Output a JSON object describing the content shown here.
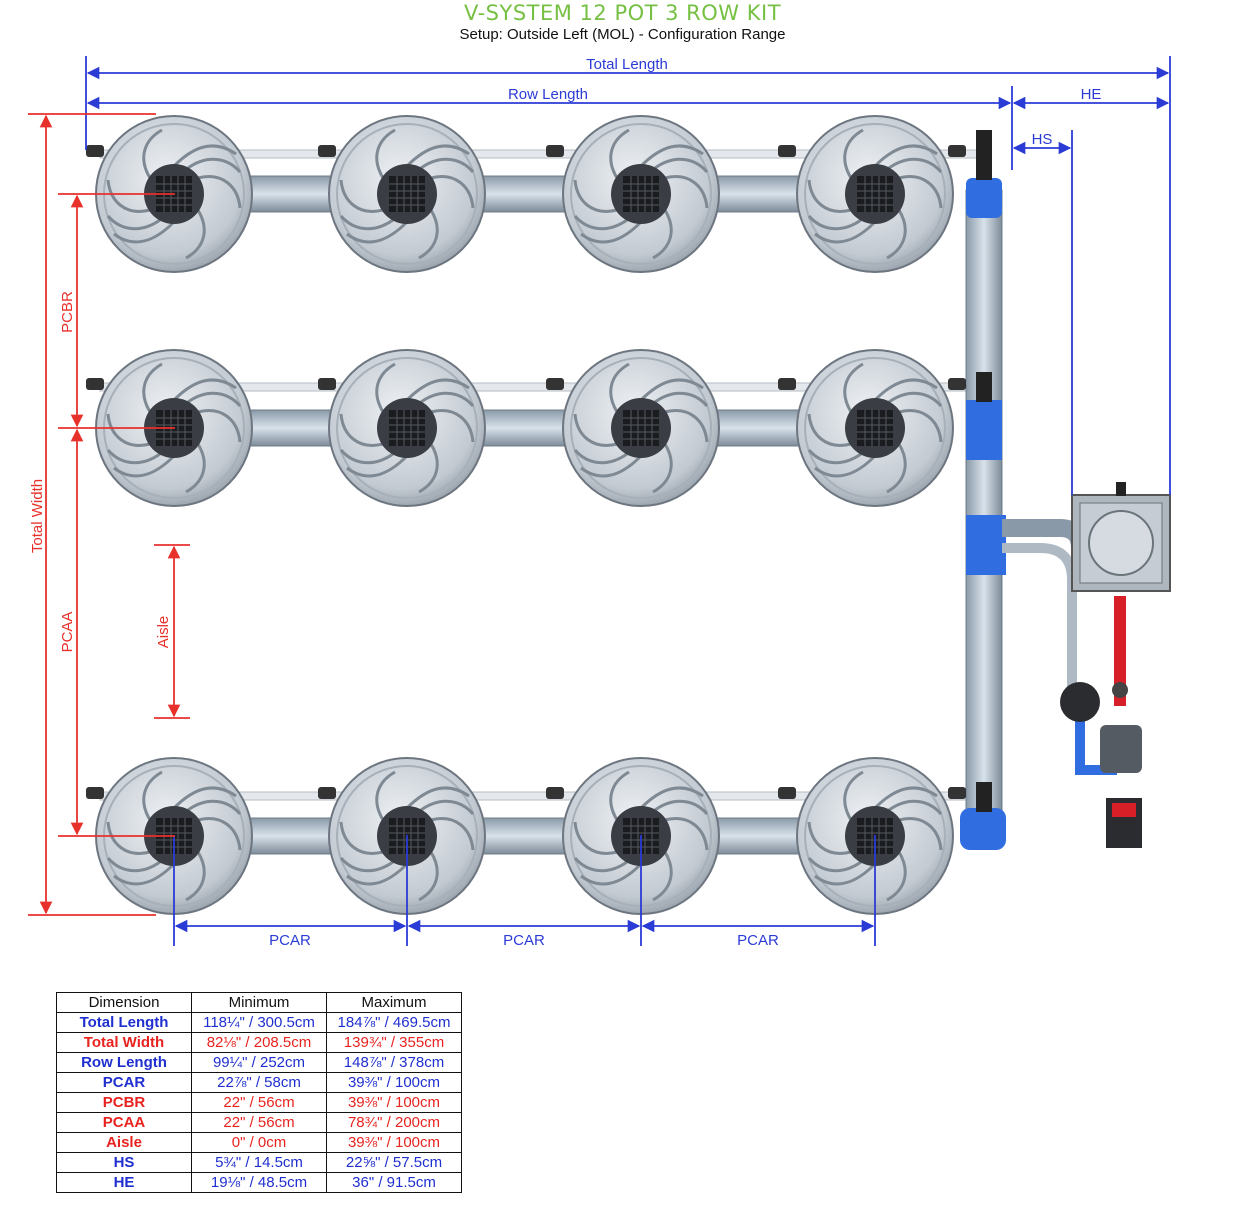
{
  "title": "V-SYSTEM 12 POT 3 ROW KIT",
  "subtitle": "Setup: Outside Left (MOL) - Configuration Range",
  "labels": {
    "total_length": "Total Length",
    "row_length": "Row Length",
    "he": "HE",
    "hs": "HS",
    "total_width": "Total Width",
    "pcbr": "PCBR",
    "pcaa": "PCAA",
    "aisle": "Aisle",
    "pcar_1": "PCAR",
    "pcar_2": "PCAR",
    "pcar_3": "PCAR"
  },
  "colors": {
    "title_green": "#76c043",
    "dimension_blue": "#2b3bd6",
    "dimension_red": "#e8312b",
    "pipe_blue": "#2f6de0",
    "feed_red": "#d61f26"
  },
  "table": {
    "headers": [
      "Dimension",
      "Minimum",
      "Maximum"
    ],
    "rows": [
      {
        "name": "Total Length",
        "min": "118¼\" / 300.5cm",
        "max": "184⅞\" / 469.5cm",
        "color": "blue"
      },
      {
        "name": "Total Width",
        "min": "82⅛\" / 208.5cm",
        "max": "139¾\" / 355cm",
        "color": "red"
      },
      {
        "name": "Row Length",
        "min": "99¼\" / 252cm",
        "max": "148⅞\" / 378cm",
        "color": "blue"
      },
      {
        "name": "PCAR",
        "min": "22⅞\" / 58cm",
        "max": "39⅜\" / 100cm",
        "color": "blue"
      },
      {
        "name": "PCBR",
        "min": "22\" / 56cm",
        "max": "39⅜\" / 100cm",
        "color": "red"
      },
      {
        "name": "PCAA",
        "min": "22\" / 56cm",
        "max": "78¾\" / 200cm",
        "color": "red"
      },
      {
        "name": "Aisle",
        "min": "0\" / 0cm",
        "max": "39⅜\" / 100cm",
        "color": "red"
      },
      {
        "name": "HS",
        "min": "5¾\" / 14.5cm",
        "max": "22⅝\" / 57.5cm",
        "color": "blue"
      },
      {
        "name": "HE",
        "min": "19⅛\" / 48.5cm",
        "max": "36\" / 91.5cm",
        "color": "blue"
      }
    ]
  }
}
